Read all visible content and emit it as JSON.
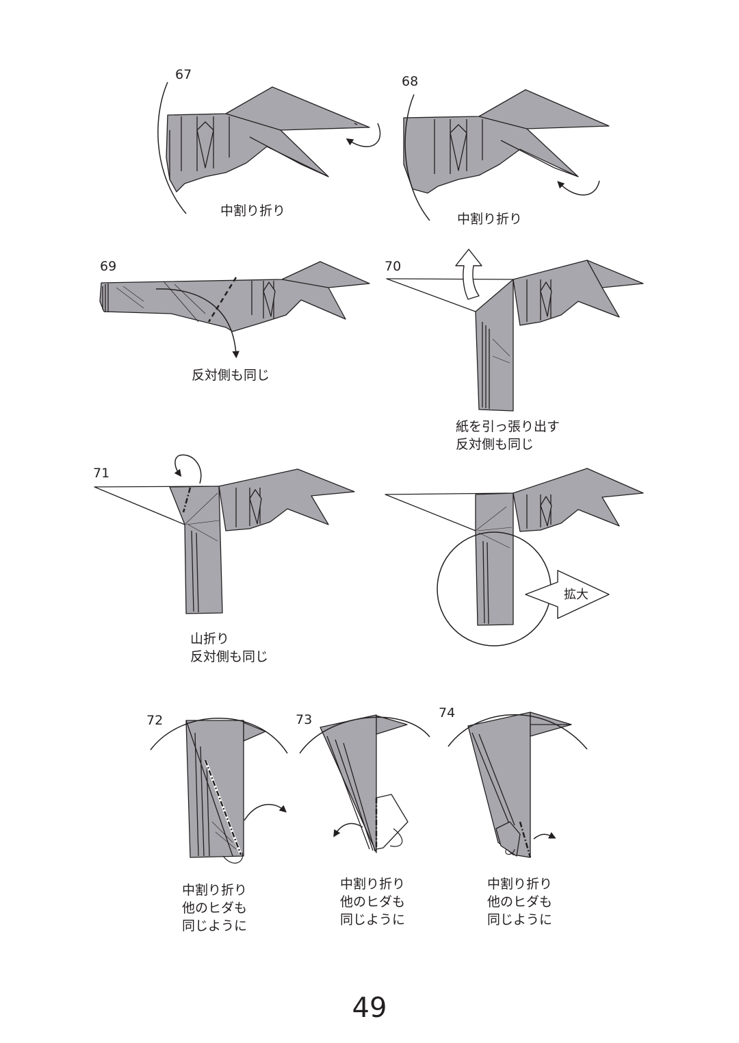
{
  "colors": {
    "paper": "#a8a7ad",
    "line": "#231f20",
    "background": "#ffffff"
  },
  "steps": [
    {
      "number": "67",
      "caption": "中割り折り"
    },
    {
      "number": "68",
      "caption": "中割り折り"
    },
    {
      "number": "69",
      "caption": "反対側も同じ"
    },
    {
      "number": "70",
      "caption": "紙を引っ張り出す\n反対側も同じ"
    },
    {
      "number": "71",
      "caption": "山折り\n反対側も同じ"
    },
    {
      "number": "",
      "caption": "拡大"
    },
    {
      "number": "72",
      "caption": "中割り折り\n他のヒダも\n同じように"
    },
    {
      "number": "73",
      "caption": "中割り折り\n他のヒダも\n同じように"
    },
    {
      "number": "74",
      "caption": "中割り折り\n他のヒダも\n同じように"
    }
  ],
  "page_number": "49"
}
